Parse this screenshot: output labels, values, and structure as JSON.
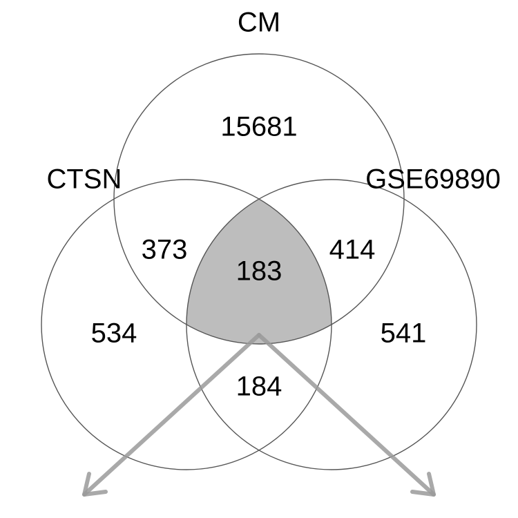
{
  "sets": {
    "top": "CM",
    "left": "CTSN",
    "right": "GSE69890"
  },
  "regions": {
    "cm_only": "15681",
    "ctsn_cm": "373",
    "cm_gse": "414",
    "all_three": "183",
    "ctsn_only": "534",
    "gse_only": "541",
    "ctsn_gse": "184"
  },
  "colors": {
    "intersection_fill": "#bdbdbd",
    "circle_stroke": "#555555",
    "arrow": "#9a9a9a"
  }
}
